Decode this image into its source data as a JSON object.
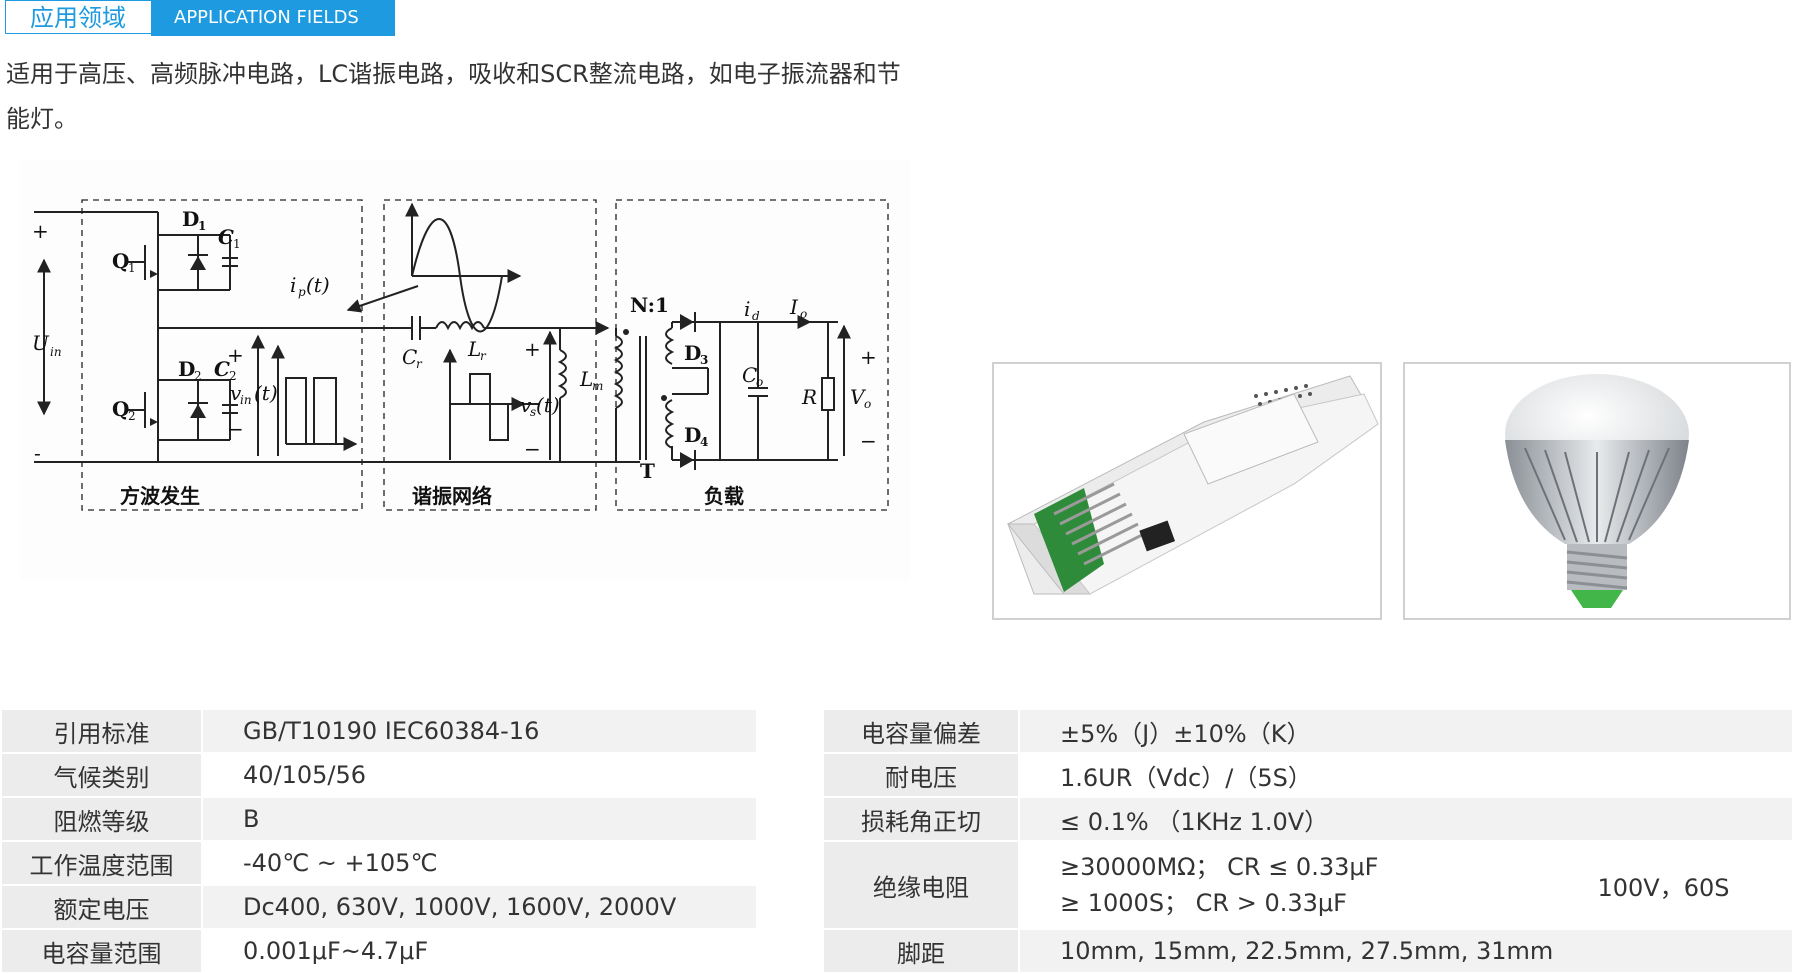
{
  "header": {
    "cn": "应用领域",
    "en": "APPLICATION FIELDS"
  },
  "description": "适用于高压、高频脉冲电路，LC谐振电路，吸收和SCR整流电路，如电子振流器和节能灯。",
  "circuit": {
    "section_square_wave": "方波发生",
    "section_resonant": "谐振网络",
    "section_load": "负载",
    "labels": {
      "plus_top": "+",
      "minus_bottom": "-",
      "uin": "U",
      "uin_sub": "in",
      "d1": "D",
      "d1_sub": "1",
      "c1": "C",
      "c1_sub": "1",
      "q1": "Q",
      "q1_sub": "1",
      "d2": "D",
      "d2_sub": "2",
      "c2": "C",
      "c2_sub": "2",
      "q2": "Q",
      "q2_sub": "2",
      "vin": "v",
      "vin_sub": "in",
      "vin_t": "(t)",
      "ip": "i",
      "ip_sub": "p",
      "ip_t": "(t)",
      "cr": "C",
      "cr_sub": "r",
      "lr": "L",
      "lr_sub": "r",
      "lm": "L",
      "lm_sub": "m",
      "vs": "v",
      "vs_sub": "s",
      "vs_t": "(t)",
      "n1": "N:1",
      "t": "T",
      "d3": "D",
      "d3_sub": "3",
      "d4": "D",
      "d4_sub": "4",
      "id": "i",
      "id_sub": "d",
      "io": "I",
      "io_sub": "o",
      "co": "C",
      "co_sub": "o",
      "r": "R",
      "vo": "V",
      "vo_sub": "o",
      "plus_sym": "+",
      "minus_sym": "−"
    }
  },
  "images": [
    {
      "icon": "electronic-ballast-image"
    },
    {
      "icon": "led-bulb-image"
    }
  ],
  "table_left": [
    {
      "key": "引用标准",
      "value": "GB/T10190 IEC60384-16"
    },
    {
      "key": "气候类别",
      "value": "40/105/56"
    },
    {
      "key": "阻燃等级",
      "value": "B"
    },
    {
      "key": "工作温度范围",
      "value": "-40℃ ~ +105℃"
    },
    {
      "key": "额定电压",
      "value": "Dc400, 630V, 1000V, 1600V, 2000V"
    },
    {
      "key": "电容量范围",
      "value": "0.001μF~4.7μF"
    }
  ],
  "table_right": {
    "tolerance": {
      "key": "电容量偏差",
      "value": "±5%（J）±10%（K）"
    },
    "withstand": {
      "key": "耐电压",
      "value": "1.6UR（Vdc）/（5S）"
    },
    "loss": {
      "key": "损耗角正切",
      "value": "≤ 0.1%  （1KHz 1.0V）"
    },
    "insulation": {
      "key": "绝缘电阻",
      "line1": "≥30000MΩ；  CR ≤ 0.33μF",
      "line2": "≥ 1000S；    CR > 0.33μF",
      "side": "100V，60S"
    },
    "pitch": {
      "key": "脚距",
      "value": "10mm, 15mm, 22.5mm, 27.5mm, 31mm"
    }
  }
}
